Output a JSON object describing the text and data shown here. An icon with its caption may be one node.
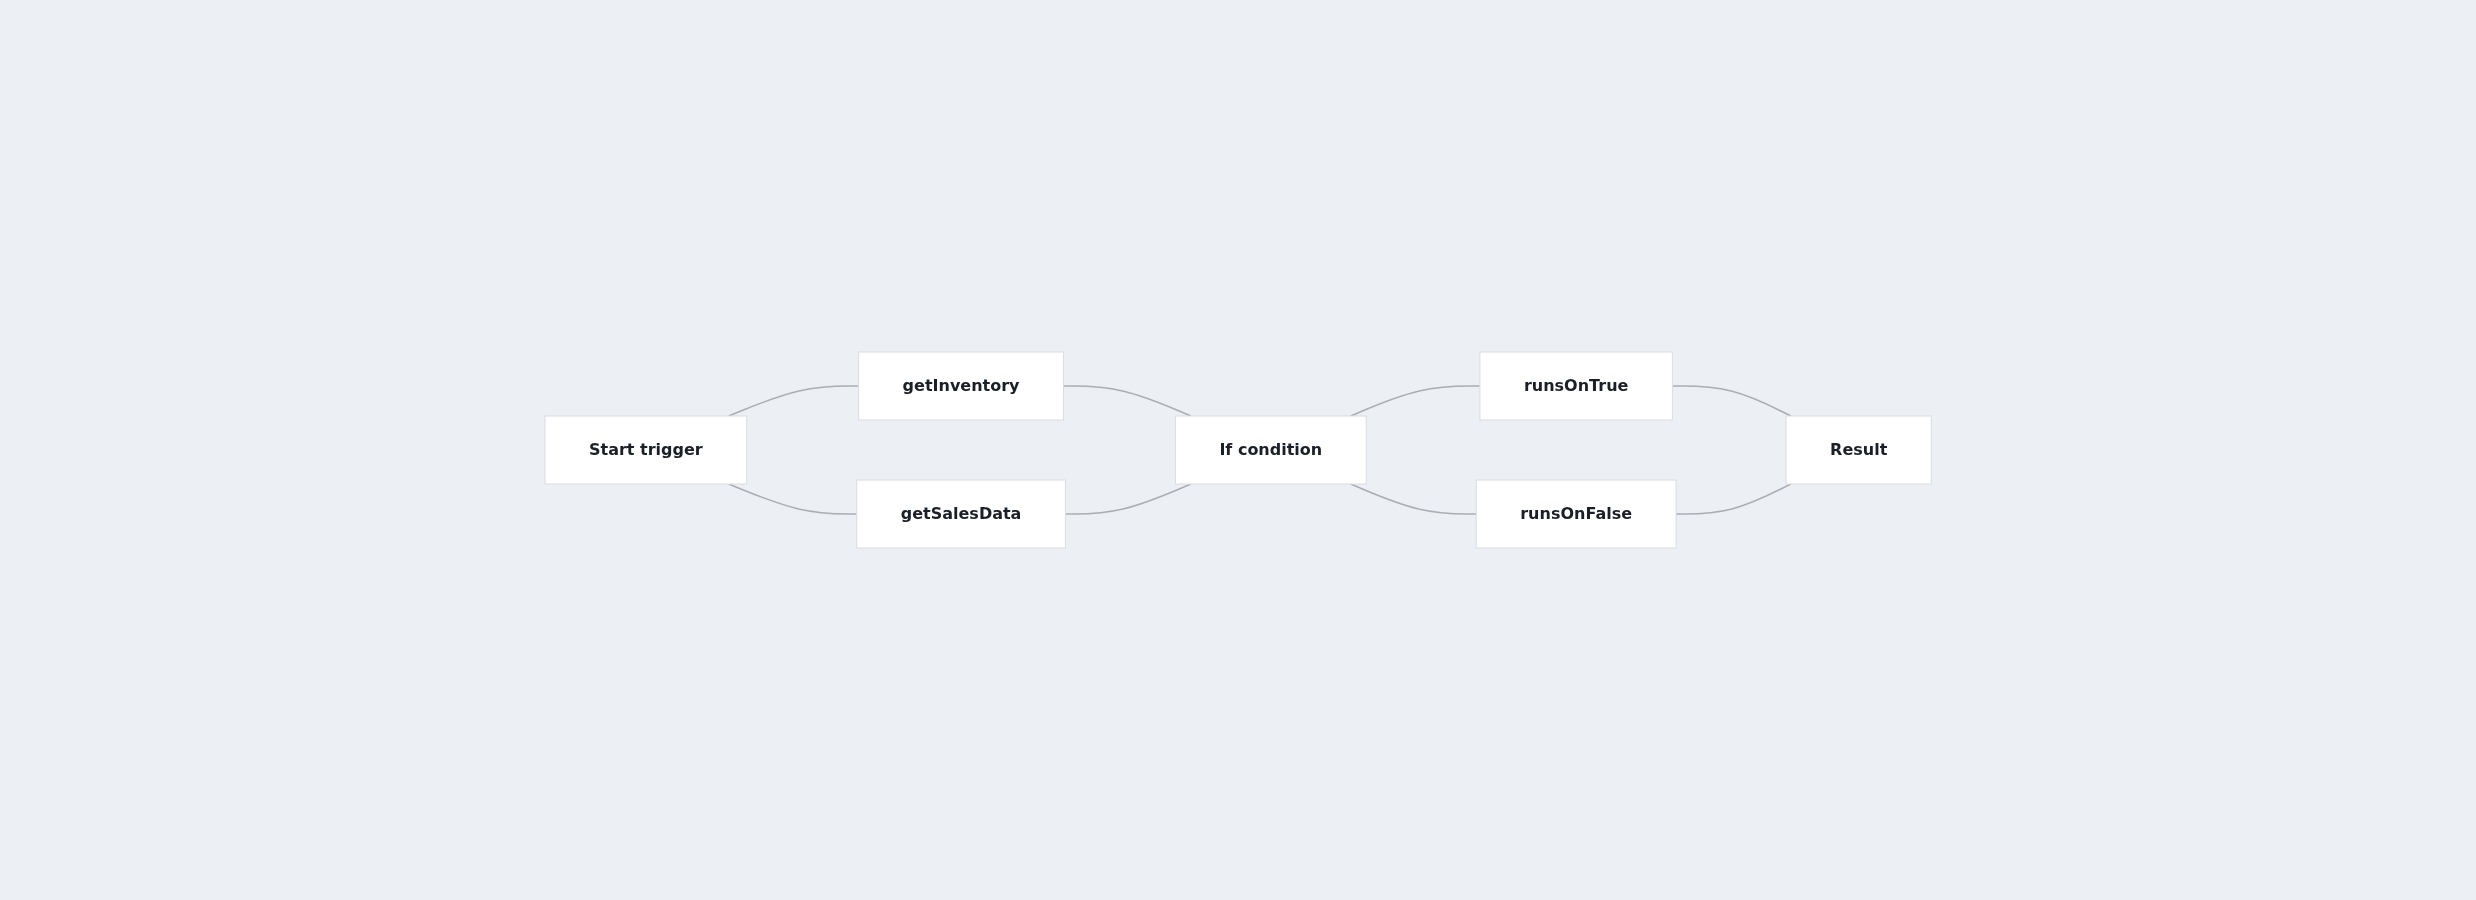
{
  "diagram": {
    "nodes": [
      {
        "text": [
          "Start trigger"
        ]
      },
      {
        "text": [
          "getInventory"
        ]
      },
      {
        "text": [
          "getSalesData"
        ]
      },
      {
        "text": [
          "If condition"
        ]
      },
      {
        "text": [
          "runsOnTrue"
        ]
      },
      {
        "text": [
          "runsOnFalse"
        ]
      },
      {
        "text": [
          "Result"
        ]
      }
    ],
    "edges": [
      {
        "from": 0,
        "to": 1,
        "arrow": "none"
      },
      {
        "from": 0,
        "to": 2,
        "arrow": "none"
      },
      {
        "from": 1,
        "to": 3,
        "arrow": "none"
      },
      {
        "from": 2,
        "to": 3,
        "arrow": "none"
      },
      {
        "from": 3,
        "to": 4,
        "arrow": "none"
      },
      {
        "from": 3,
        "to": 5,
        "arrow": "none"
      },
      {
        "from": 4,
        "to": 6,
        "arrow": "none"
      },
      {
        "from": 5,
        "to": 6,
        "arrow": "none"
      }
    ]
  }
}
